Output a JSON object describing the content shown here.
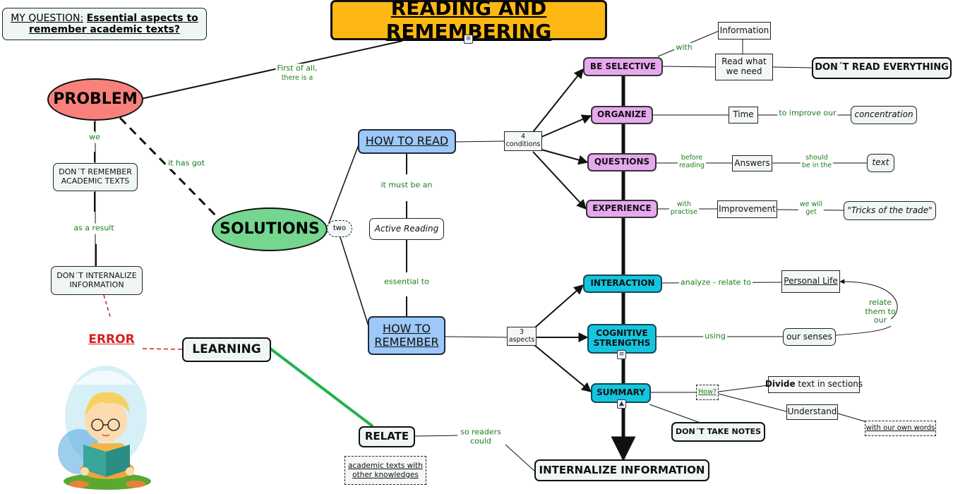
{
  "title": "READING AND REMEMBERING",
  "question": {
    "prefix": "MY QUESTION:",
    "bold_text": "Essential aspects to remember academic texts?"
  },
  "nodes": {
    "problem": "PROBLEM",
    "solutions": "SOLUTIONS",
    "two": "two",
    "dont_remember": "DON´T REMEMBER ACADEMIC TEXTS",
    "dont_internalize": "DON´T INTERNALIZE INFORMATION",
    "error": "ERROR",
    "learning": "LEARNING",
    "relate": "RELATE",
    "academic_texts": "academic texts with other knowledges",
    "how_to_read": "HOW TO READ",
    "active_reading": "Active Reading",
    "how_to_remember": "HOW TO REMEMBER",
    "four_conditions": "4 conditions",
    "three_aspects": "3 aspects",
    "be_selective": "BE SELECTIVE",
    "organize": "ORGANIZE",
    "questions": "QUESTIONS",
    "experience": "EXPERIENCE",
    "interaction": "INTERACTION",
    "cognitive": "COGNITIVE STRENGTHS",
    "summary": "SUMMARY",
    "information": "Information",
    "read_what": "Read what we need",
    "dont_read": "DON´T READ EVERYTHING",
    "time": "Time",
    "concentration": "concentration",
    "answers": "Answers",
    "text": "text",
    "improvement": "Improvement",
    "tricks": "\"Tricks of the trade\"",
    "personal_life": "Personal Life",
    "our_senses": "our senses",
    "how": "How?",
    "divide_bold": "Divide",
    "divide_rest": " text in sections",
    "understand": "Understand",
    "own_words": "with our own words",
    "dont_take_notes": "DON´T TAKE NOTES",
    "internalize": "INTERNALIZE INFORMATION"
  },
  "labels": {
    "first_of_all": "First of all,",
    "there_is_a": "there is a",
    "we": "we",
    "as_a_result": "as a result",
    "it_has_got": "it has got",
    "it_must_be_an": "it must be an",
    "essential_to": "essential to",
    "with": "with",
    "to_improve_our": "to improve our",
    "before": "before",
    "reading": "reading",
    "should": "should",
    "be_in_the": "be in the",
    "with2": "with",
    "practise": "practise",
    "we_will": "we will",
    "get": "get",
    "analyze": "analyze - relate to",
    "relate_them_1": "relate",
    "relate_them_2": "them to",
    "relate_them_3": "our",
    "using": "using",
    "so_readers": "so readers",
    "could": "could"
  },
  "icons": [
    "document-icon",
    "image-icon",
    "reading-child-illustration"
  ],
  "colors": {
    "title_bg": "#fdb813",
    "problem": "#f8827b",
    "solutions": "#74d68f",
    "blue_node": "#9dc8f7",
    "purple_node": "#e7a8ef",
    "cyan_node": "#14c5df",
    "link_label": "#1b7d1b",
    "error": "#d61f1f",
    "green_line": "#1fb34a"
  }
}
